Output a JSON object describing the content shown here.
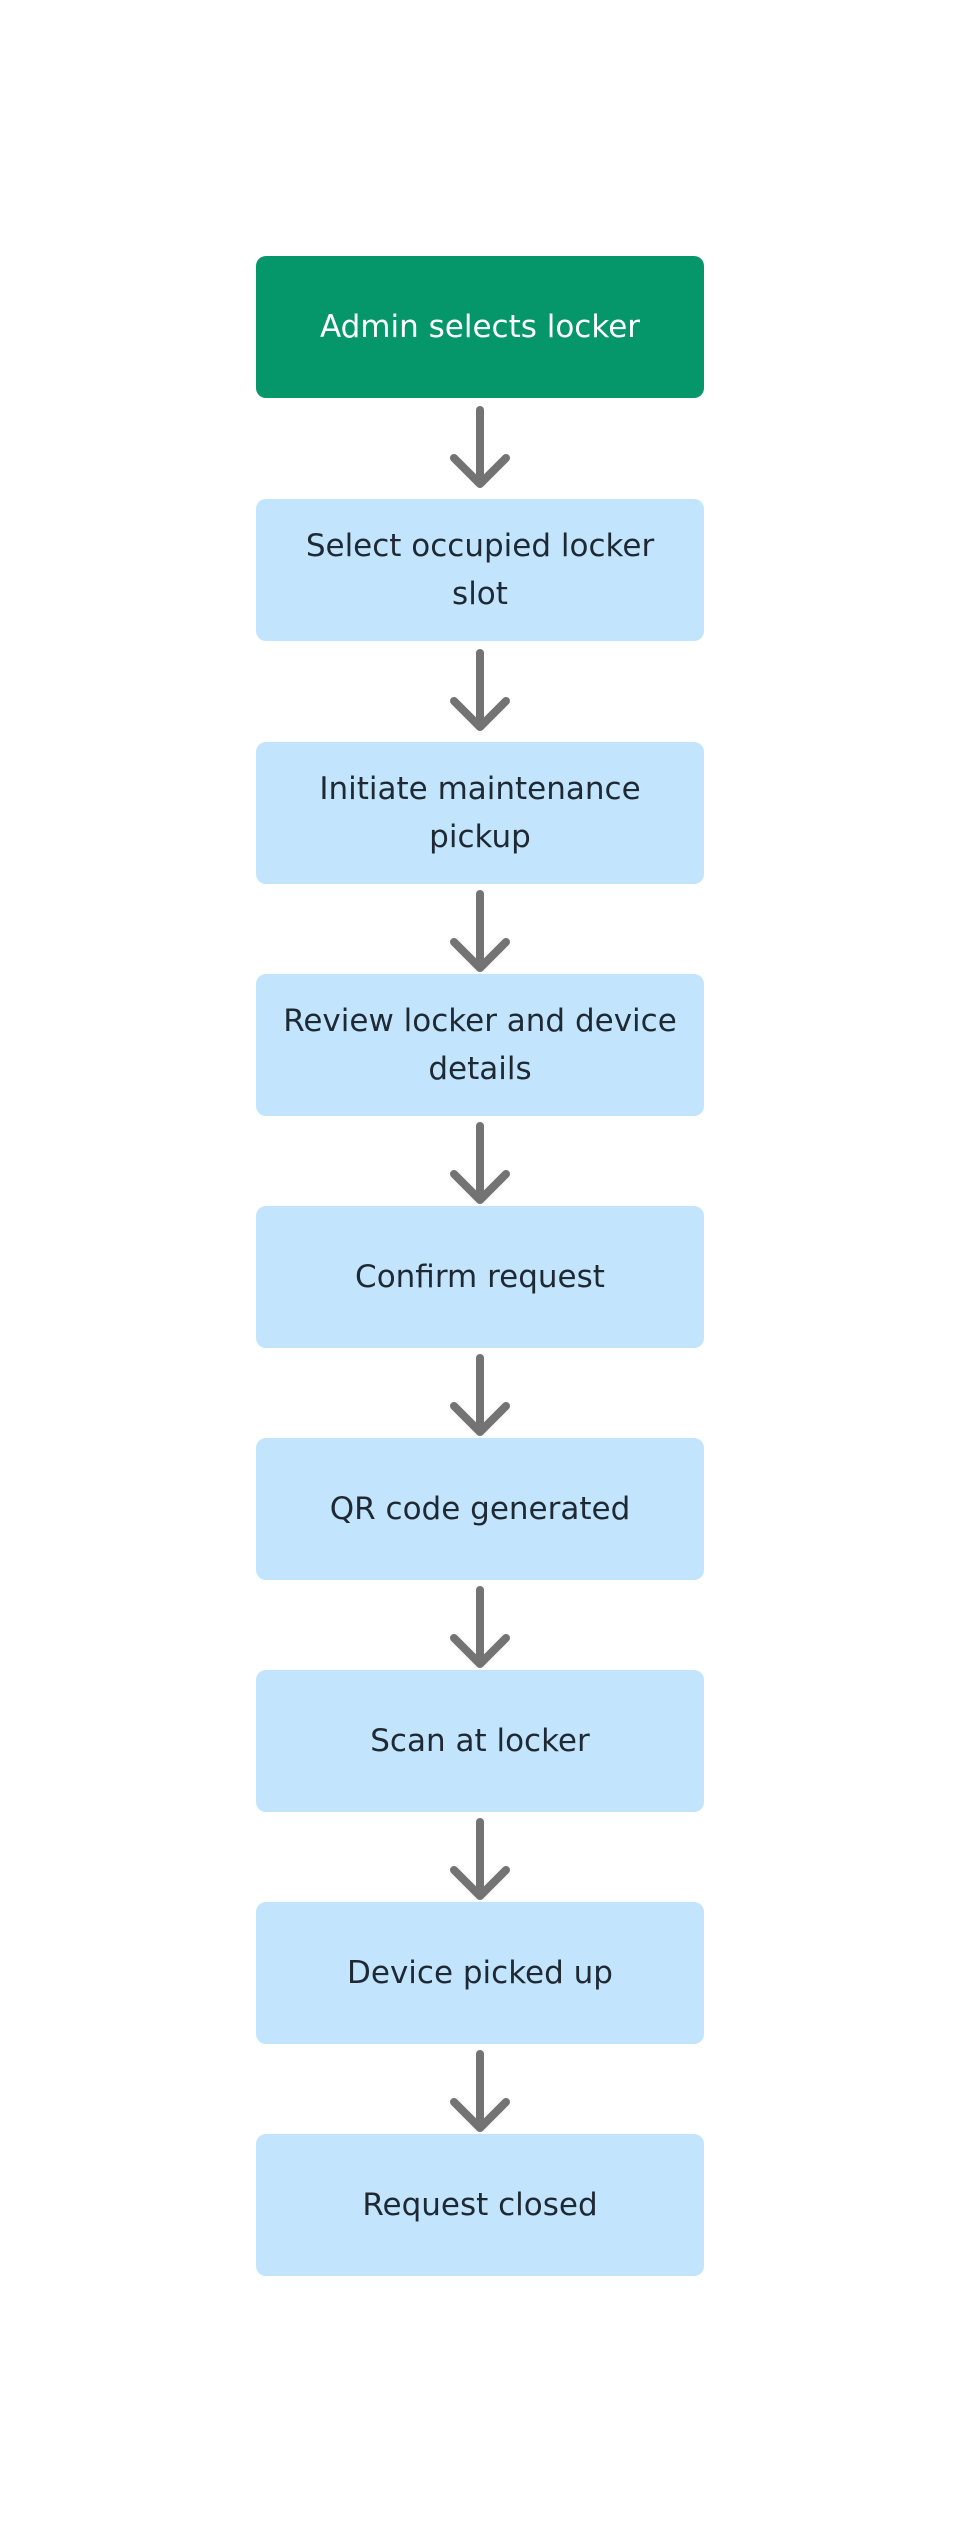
{
  "colors": {
    "start_fill": "#059669",
    "step_fill": "#c2e5fd",
    "arrow": "#737373",
    "text_dark": "#1f2933",
    "text_light": "#ffffff"
  },
  "steps": [
    {
      "label": "Admin selects locker"
    },
    {
      "label": "Select occupied locker slot"
    },
    {
      "label": "Initiate maintenance pickup"
    },
    {
      "label": "Review locker and device details"
    },
    {
      "label": "Confirm request"
    },
    {
      "label": "QR code generated"
    },
    {
      "label": "Scan at locker"
    },
    {
      "label": "Device picked up"
    },
    {
      "label": "Request closed"
    }
  ]
}
